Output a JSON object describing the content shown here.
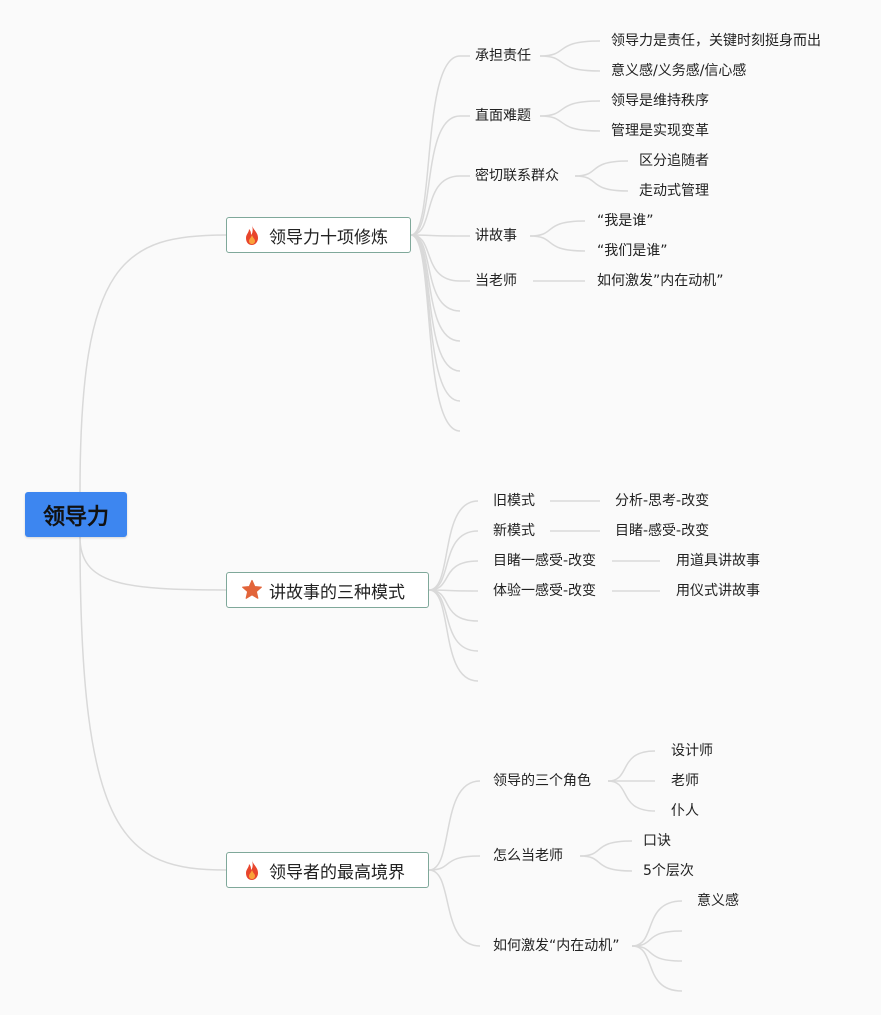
{
  "root": {
    "label": "领导力"
  },
  "branches": [
    {
      "label": "领导力十项修炼",
      "icon": "fire-icon",
      "children": [
        {
          "label": "承担责任",
          "children": [
            "领导力是责任，关键时刻挺身而出",
            "意义感/义务感/信心感"
          ]
        },
        {
          "label": "直面难题",
          "children": [
            "领导是维持秩序",
            "管理是实现变革"
          ]
        },
        {
          "label": "密切联系群众",
          "children": [
            "区分追随者",
            "走动式管理"
          ]
        },
        {
          "label": "讲故事",
          "children": [
            "“我是谁”",
            "“我们是谁”"
          ]
        },
        {
          "label": "当老师",
          "children": [
            "如何激发”内在动机”"
          ]
        }
      ]
    },
    {
      "label": "讲故事的三种模式",
      "icon": "star-icon",
      "children": [
        {
          "label": "旧模式",
          "children": [
            "分析-思考-改变"
          ]
        },
        {
          "label": "新模式",
          "children": [
            "目睹-感受-改变"
          ]
        },
        {
          "label": "目睹一感受-改变",
          "children": [
            "用道具讲故事"
          ]
        },
        {
          "label": "体验一感受-改变",
          "children": [
            "用仪式讲故事"
          ]
        }
      ]
    },
    {
      "label": "领导者的最高境界",
      "icon": "fire-icon",
      "children": [
        {
          "label": "领导的三个角色",
          "children": [
            "设计师",
            "老师",
            "仆人"
          ]
        },
        {
          "label": "怎么当老师",
          "children": [
            "口诀",
            "5个层次"
          ]
        },
        {
          "label": "如何激发“内在动机”",
          "children": [
            "意义感"
          ]
        }
      ]
    }
  ],
  "colors": {
    "root": "#3d86f0",
    "line": "#d9d9d9",
    "border": "#7fa89a",
    "fire": "#e8452c",
    "star": "#e2643a"
  }
}
